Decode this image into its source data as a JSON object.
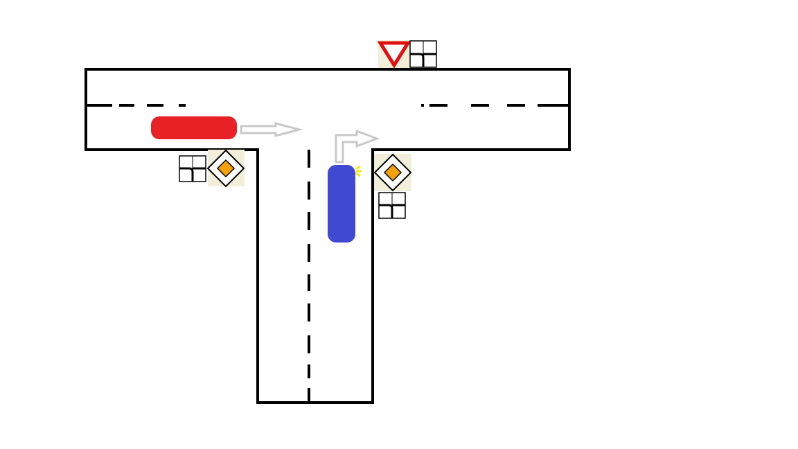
{
  "scene": {
    "type": "t-intersection",
    "colors": {
      "background": "#ffffff",
      "road_edge": "#000000",
      "lane_marking": "#000000",
      "sign_background": "#f1efd9",
      "red_car": "#e82127",
      "blue_car": "#3f49d1",
      "path_arrow": "#c8c8c8",
      "turn_signal": "#f5e50c",
      "yield_sign_border": "#e01010",
      "priority_sign_fill": "#f5a20a"
    },
    "vehicles": [
      {
        "id": "red-car",
        "color": "red",
        "direction": "straight-east"
      },
      {
        "id": "blue-car",
        "color": "blue",
        "direction": "right-turn",
        "turn_signal": "right"
      }
    ],
    "signs": [
      {
        "id": "yield-sign",
        "kind": "yield",
        "icon": "yield-sign-icon",
        "with_plate": "direction-of-main-road-plate"
      },
      {
        "id": "priority-sign-left",
        "kind": "priority-road",
        "icon": "priority-road-icon",
        "with_plate": "direction-of-main-road-plate"
      },
      {
        "id": "priority-sign-right",
        "kind": "priority-road",
        "icon": "priority-road-icon",
        "with_plate": "direction-of-main-road-plate"
      }
    ]
  }
}
